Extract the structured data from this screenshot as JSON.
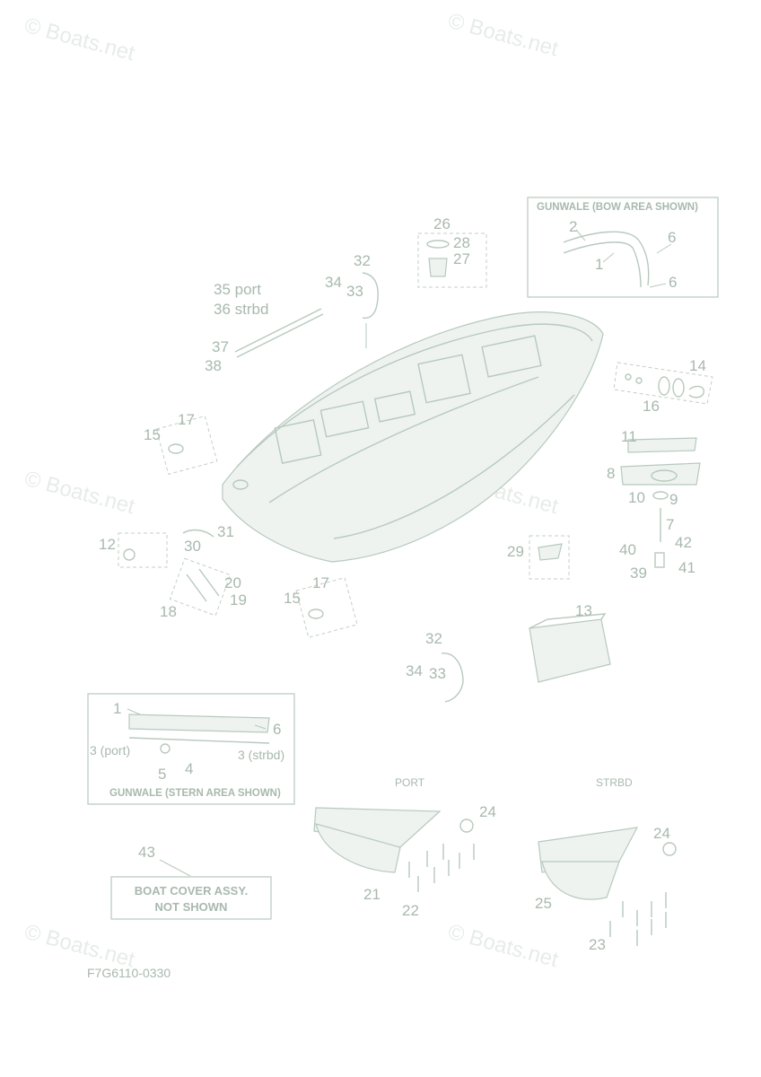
{
  "watermark": "© Boats.net",
  "drawing_code": "F7G6110-0330",
  "boxes": {
    "gunwale_bow": "GUNWALE (BOW AREA SHOWN)",
    "gunwale_stern": "GUNWALE (STERN AREA SHOWN)",
    "cover_line1": "BOAT COVER ASSY.",
    "cover_line2": "NOT SHOWN"
  },
  "side_labels": {
    "port": "PORT",
    "strbd": "STRBD"
  },
  "callouts": {
    "c1": "1",
    "c2": "2",
    "c3_port": "3 (port)",
    "c3_strbd": "3 (strbd)",
    "c4": "4",
    "c5": "5",
    "c6": "6",
    "c7": "7",
    "c8": "8",
    "c9": "9",
    "c10": "10",
    "c11": "11",
    "c12": "12",
    "c13": "13",
    "c14": "14",
    "c15": "15",
    "c16": "16",
    "c17": "17",
    "c18": "18",
    "c19": "19",
    "c20": "20",
    "c21": "21",
    "c22": "22",
    "c23": "23",
    "c24": "24",
    "c25": "25",
    "c26": "26",
    "c27": "27",
    "c28": "28",
    "c29": "29",
    "c30": "30",
    "c31": "31",
    "c32": "32",
    "c33": "33",
    "c34": "34",
    "c35": "35 port",
    "c36": "36 strbd",
    "c37": "37",
    "c38": "38",
    "c39": "39",
    "c40": "40",
    "c41": "41",
    "c42": "42",
    "c43": "43"
  }
}
